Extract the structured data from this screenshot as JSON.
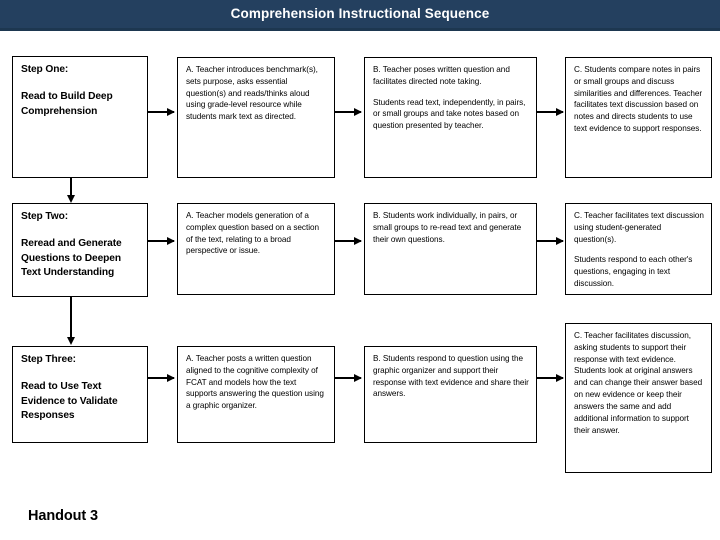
{
  "header": {
    "title": "Comprehension Instructional Sequence",
    "bg_color": "#24405f",
    "text_color": "#ffffff"
  },
  "footer": {
    "handout_label": "Handout 3"
  },
  "flow": {
    "rows": [
      {
        "step": {
          "title": "Step One:",
          "name": "Read to Build Deep Comprehension"
        },
        "cells": [
          {
            "lead": "A.",
            "paragraphs": [
              "A. Teacher introduces benchmark(s), sets purpose, asks essential question(s) and reads/thinks aloud using grade-level resource while students mark text as directed."
            ]
          },
          {
            "lead": "B.",
            "paragraphs": [
              "B. Teacher poses written question and facilitates directed note taking.",
              "Students read text, independently, in pairs, or small groups and take notes based on question presented by teacher."
            ]
          },
          {
            "lead": "C.",
            "paragraphs": [
              "C. Students compare notes in pairs or small groups and discuss similarities and differences. Teacher facilitates text discussion based on notes and directs students to use text evidence to support responses."
            ]
          }
        ]
      },
      {
        "step": {
          "title": "Step Two:",
          "name": "Reread and Generate Questions to Deepen Text Understanding"
        },
        "cells": [
          {
            "lead": "A.",
            "paragraphs": [
              "A. Teacher models generation of a complex question based on a section of the text, relating to a broad perspective or issue."
            ]
          },
          {
            "lead": "B.",
            "paragraphs": [
              "B. Students work individually, in pairs, or small groups to re-read text and generate their own questions."
            ]
          },
          {
            "lead": "C.",
            "paragraphs": [
              "C. Teacher facilitates text discussion using student-generated question(s).",
              "Students respond to each other's questions, engaging in text discussion."
            ]
          }
        ]
      },
      {
        "step": {
          "title": "Step Three:",
          "name": "Read to Use Text Evidence to Validate Responses"
        },
        "cells": [
          {
            "lead": "A.",
            "paragraphs": [
              "A. Teacher posts a written question aligned to the cognitive complexity of FCAT and models how the text supports answering the question using a graphic organizer."
            ]
          },
          {
            "lead": "B.",
            "paragraphs": [
              "B. Students respond to question using the graphic organizer and support their response with text evidence and share their answers."
            ]
          },
          {
            "lead": "C.",
            "paragraphs": [
              "C. Teacher facilitates discussion, asking students to support their response with text evidence. Students look at original answers and can change their answer based on new evidence or keep their answers the same and add additional information to support their answer."
            ]
          }
        ]
      }
    ]
  }
}
